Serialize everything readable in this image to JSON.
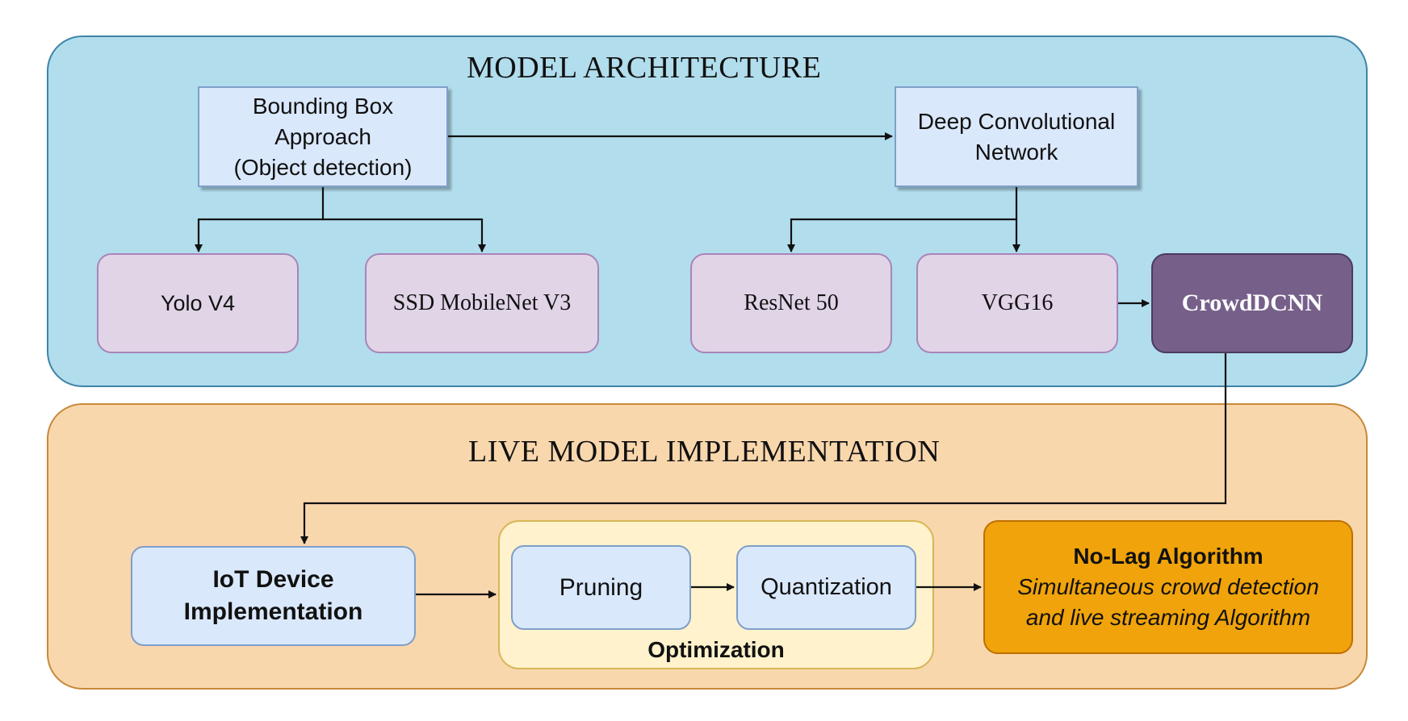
{
  "sections": {
    "architecture_title": "MODEL ARCHITECTURE",
    "live_title": "LIVE MODEL IMPLEMENTATION"
  },
  "nodes": {
    "bounding_box": [
      "Bounding Box",
      "Approach",
      "(Object detection)"
    ],
    "deep_conv": [
      "Deep Convolutional",
      "Network"
    ],
    "yolo": "Yolo V4",
    "ssd": "SSD MobileNet V3",
    "resnet": "ResNet 50",
    "vgg": "VGG16",
    "crowd": "CrowdDCNN",
    "iot": [
      "IoT Device",
      "Implementation"
    ],
    "pruning": "Pruning",
    "quantization": "Quantization",
    "optimization": "Optimization",
    "nolag_title": "No-Lag Algorithm",
    "nolag_desc": [
      "Simultaneous crowd detection",
      "and live streaming Algorithm"
    ]
  },
  "colors": {
    "architecture_fill": "#b1dded",
    "live_fill": "#f9d7ad",
    "model_fill": "#e1d4e7",
    "crowd_fill": "#76608a",
    "nolag_fill": "#f0a30a",
    "optimization_fill": "#fff2cc"
  }
}
